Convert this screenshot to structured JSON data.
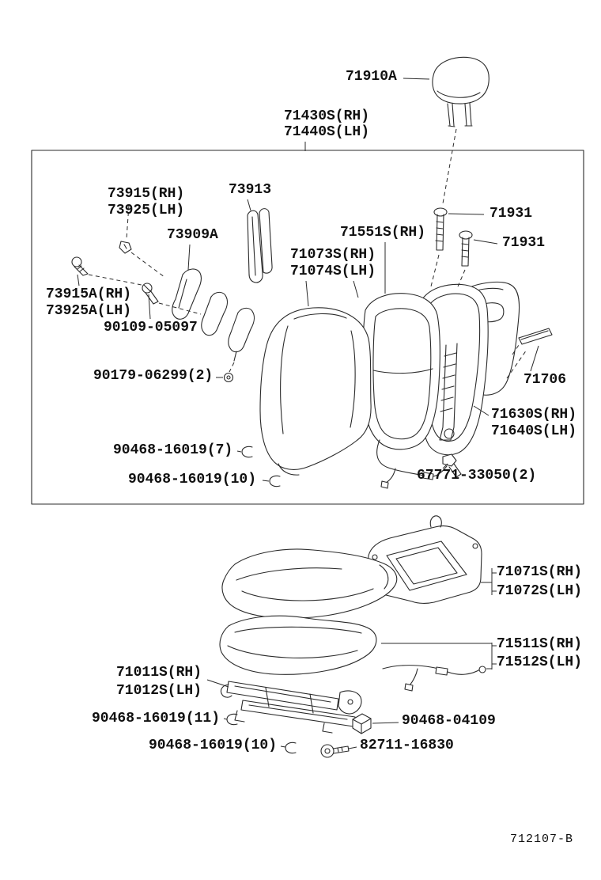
{
  "colors": {
    "background": "#ffffff",
    "line": "#2b2b2b",
    "text": "#101010"
  },
  "labels": [
    {
      "text": "71910A"
    },
    {
      "text": "71430S(RH)"
    },
    {
      "text": "71440S(LH)"
    },
    {
      "text": "73915(RH)"
    },
    {
      "text": "73925(LH)"
    },
    {
      "text": "73913"
    },
    {
      "text": "73909A"
    },
    {
      "text": "71551S(RH)"
    },
    {
      "text": "71073S(RH)"
    },
    {
      "text": "71074S(LH)"
    },
    {
      "text": "71931"
    },
    {
      "text": "71931"
    },
    {
      "text": "73915A(RH)"
    },
    {
      "text": "73925A(LH)"
    },
    {
      "text": "90109-05097"
    },
    {
      "text": "90179-06299(2)"
    },
    {
      "text": "71706"
    },
    {
      "text": "71630S(RH)"
    },
    {
      "text": "71640S(LH)"
    },
    {
      "text": "90468-16019(7)"
    },
    {
      "text": "90468-16019(10)"
    },
    {
      "text": "67771-33050(2)"
    },
    {
      "text": "71071S(RH)"
    },
    {
      "text": "71072S(LH)"
    },
    {
      "text": "71511S(RH)"
    },
    {
      "text": "71512S(LH)"
    },
    {
      "text": "71011S(RH)"
    },
    {
      "text": "71012S(LH)"
    },
    {
      "text": "90468-16019(11)"
    },
    {
      "text": "90468-16019(10)"
    },
    {
      "text": "82711-16830"
    },
    {
      "text": "90468-04109"
    }
  ],
  "footer": {
    "doc_code": "712107-B"
  }
}
